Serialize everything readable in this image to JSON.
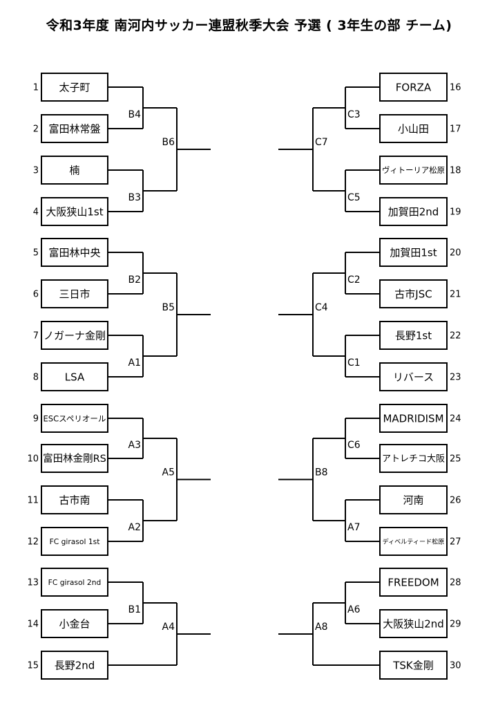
{
  "title": "令和3年度 南河内サッカー連盟秋季大会 予選 ( 3年生の部 チーム)",
  "left_teams": [
    {
      "seed": "1",
      "name": "太子町"
    },
    {
      "seed": "2",
      "name": "富田林常盤"
    },
    {
      "seed": "3",
      "name": "楠"
    },
    {
      "seed": "4",
      "name": "大阪狭山1st"
    },
    {
      "seed": "5",
      "name": "富田林中央"
    },
    {
      "seed": "6",
      "name": "三日市"
    },
    {
      "seed": "7",
      "name": "ノガーナ金剛"
    },
    {
      "seed": "8",
      "name": "LSA"
    },
    {
      "seed": "9",
      "name": "ESCスペリオール"
    },
    {
      "seed": "10",
      "name": "富田林金剛RS"
    },
    {
      "seed": "11",
      "name": "古市南"
    },
    {
      "seed": "12",
      "name": "FC girasol 1st"
    },
    {
      "seed": "13",
      "name": "FC girasol 2nd"
    },
    {
      "seed": "14",
      "name": "小金台"
    },
    {
      "seed": "15",
      "name": "長野2nd"
    }
  ],
  "right_teams": [
    {
      "seed": "16",
      "name": "FORZA"
    },
    {
      "seed": "17",
      "name": "小山田"
    },
    {
      "seed": "18",
      "name": "ヴィトーリア松原"
    },
    {
      "seed": "19",
      "name": "加賀田2nd"
    },
    {
      "seed": "20",
      "name": "加賀田1st"
    },
    {
      "seed": "21",
      "name": "古市JSC"
    },
    {
      "seed": "22",
      "name": "長野1st"
    },
    {
      "seed": "23",
      "name": "リバース"
    },
    {
      "seed": "24",
      "name": "MADRIDISM"
    },
    {
      "seed": "25",
      "name": "アトレチコ大阪"
    },
    {
      "seed": "26",
      "name": "河南"
    },
    {
      "seed": "27",
      "name": "ディベルティード松原"
    },
    {
      "seed": "28",
      "name": "FREEDOM"
    },
    {
      "seed": "29",
      "name": "大阪狭山2nd"
    },
    {
      "seed": "30",
      "name": "TSK金剛"
    }
  ],
  "left_round1": [
    "B4",
    "B3",
    "B2",
    "A1",
    "A3",
    "A2",
    "B1"
  ],
  "left_round2": [
    "B6",
    "B5",
    "A5",
    "A4"
  ],
  "right_round1": [
    "C3",
    "C5",
    "C2",
    "C1",
    "C6",
    "A7",
    "A6"
  ],
  "right_round2": [
    "C7",
    "C4",
    "B8",
    "A8"
  ]
}
